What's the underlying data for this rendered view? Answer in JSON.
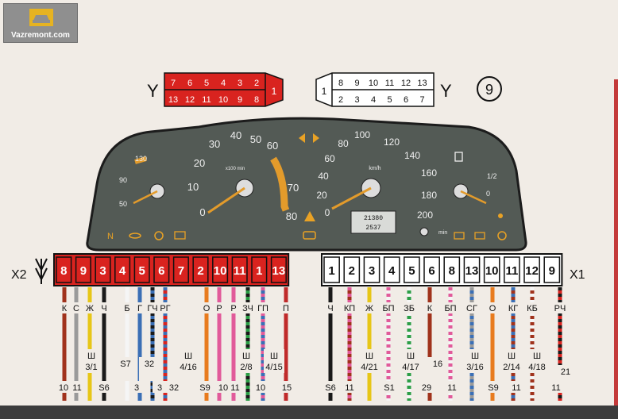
{
  "logo": {
    "text": "Vazremont.com"
  },
  "title_marks": {
    "y_left": "Y",
    "y_right": "Y",
    "figure_number": "9"
  },
  "top_connector_left": {
    "row1": [
      "7",
      "6",
      "5",
      "4",
      "3",
      "2"
    ],
    "row2": [
      "13",
      "12",
      "11",
      "10",
      "9",
      "8"
    ],
    "end": "1"
  },
  "top_connector_right": {
    "row1": [
      "8",
      "9",
      "10",
      "11",
      "12",
      "13"
    ],
    "row2": [
      "2",
      "3",
      "4",
      "5",
      "6",
      "7"
    ],
    "end": "1"
  },
  "gauges": {
    "tacho_labels": [
      "0",
      "10",
      "20",
      "30",
      "40",
      "50",
      "60",
      "70",
      "80"
    ],
    "tacho_unit": "x100 min",
    "speed_labels": [
      "0",
      "20",
      "40",
      "60",
      "80",
      "100",
      "120",
      "140",
      "160",
      "180",
      "200"
    ],
    "speed_unit": "km/h",
    "temp_labels": [
      "50",
      "90",
      "130"
    ],
    "fuel_labels": [
      "0",
      "1/2"
    ],
    "odometer": "21380",
    "trip": "2537",
    "min_label": "min"
  },
  "connector_x2": {
    "label": "X2",
    "pins": [
      "8",
      "9",
      "3",
      "4",
      "5",
      "6",
      "7",
      "2",
      "10",
      "11",
      "1",
      "13"
    ],
    "wire_codes": [
      "К",
      "С",
      "Ж",
      "Ч",
      "Б",
      "Г",
      "ГЧ",
      "РГ",
      "О",
      "Р",
      "Р",
      "ЗЧ",
      "ГП",
      "П"
    ],
    "conn_marks": [
      {
        "line1": "Ш",
        "line2": "3/1"
      },
      {
        "line1": "S7",
        "line2": ""
      },
      {
        "line1": "32",
        "line2": ""
      },
      {
        "line1": "Ш",
        "line2": "4/16"
      },
      {
        "line1": "Ш",
        "line2": "2/8"
      },
      {
        "line1": "Ш",
        "line2": "4/15"
      }
    ],
    "bottom_codes": [
      "10",
      "11",
      "S6",
      "3",
      "3",
      "32",
      "S9",
      "10",
      "11",
      "10",
      "15"
    ]
  },
  "connector_x1": {
    "label": "X1",
    "pins": [
      "1",
      "2",
      "3",
      "4",
      "5",
      "6",
      "8",
      "13",
      "10",
      "11",
      "12",
      "9"
    ],
    "wire_codes": [
      "Ч",
      "КП",
      "Ж",
      "БП",
      "ЗБ",
      "К",
      "БП",
      "СГ",
      "О",
      "КГ",
      "КБ",
      "РЧ"
    ],
    "conn_marks": [
      {
        "line1": "Ш",
        "line2": "4/21"
      },
      {
        "line1": "Ш",
        "line2": "4/17"
      },
      {
        "line1": "16",
        "line2": ""
      },
      {
        "line1": "Ш",
        "line2": "3/16"
      },
      {
        "line1": "Ш",
        "line2": "2/14"
      },
      {
        "line1": "Ш",
        "line2": "4/18"
      },
      {
        "line1": "21",
        "line2": ""
      }
    ],
    "bottom_codes": [
      "S6",
      "11",
      "S1",
      "29",
      "11",
      "S9",
      "11",
      "11"
    ]
  },
  "colors": {
    "red_pin": "#d9231f",
    "dash": "#535a55",
    "needle": "#e39b2b",
    "warn": "#e9a225"
  }
}
